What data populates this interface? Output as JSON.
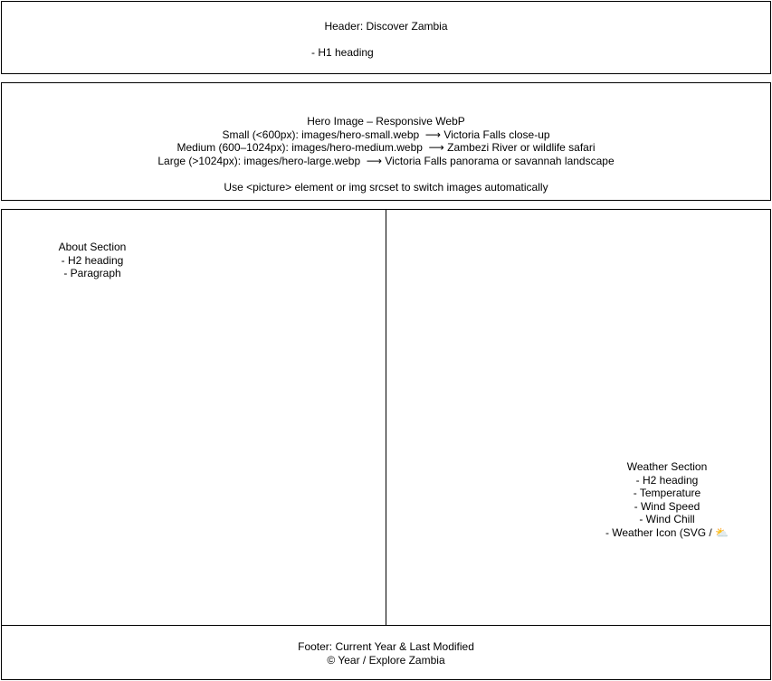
{
  "header": {
    "title": "Header: Discover Zambia",
    "item": "- H1 heading"
  },
  "hero": {
    "title": "Hero Image – Responsive WebP",
    "small": "Small (<600px): images/hero-small.webp  ⟶ Victoria Falls close-up",
    "medium": "Medium (600–1024px): images/hero-medium.webp  ⟶ Zambezi River or wildlife safari",
    "large": "Large (>1024px): images/hero-large.webp  ⟶ Victoria Falls panorama or savannah landscape",
    "note": "Use <picture> element or img srcset to switch images automatically"
  },
  "about": {
    "title": "About Section",
    "items": [
      "- H2 heading",
      "- Paragraph"
    ]
  },
  "weather": {
    "title": "Weather Section",
    "items": [
      "- H2 heading",
      "- Temperature",
      "- Wind Speed",
      "- Wind Chill",
      "- Weather Icon (SVG / ⛅"
    ]
  },
  "footer": {
    "line1": "Footer: Current Year & Last Modified",
    "line2": "© Year / Explore Zambia"
  }
}
